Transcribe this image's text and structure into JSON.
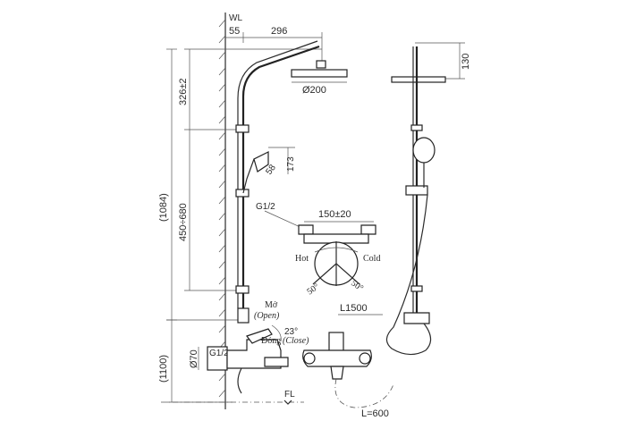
{
  "labels": {
    "wall_line": "WL",
    "dim_55": "55",
    "dim_296": "296",
    "dim_130": "130",
    "dim_326": "326±2",
    "dim_head_diameter": "Ø200",
    "dim_1084": "(1084)",
    "dim_450_680": "450÷680",
    "dim_173": "173",
    "dim_58": "58",
    "thread_top": "G1/2",
    "dim_150": "150±20",
    "hot": "Hot",
    "cold": "Cold",
    "angle_left": "50°",
    "angle_right": "50°",
    "open_vi": "Mở",
    "open_en": "(Open)",
    "angle_23": "23°",
    "close_vi": "Đóng",
    "close_en": "(Close)",
    "hose_l1500": "L1500",
    "dim_1100": "(1100)",
    "dim_70": "Ø70",
    "thread_side": "G1/2",
    "floor_line": "FL",
    "hose_l600": "L=600"
  }
}
